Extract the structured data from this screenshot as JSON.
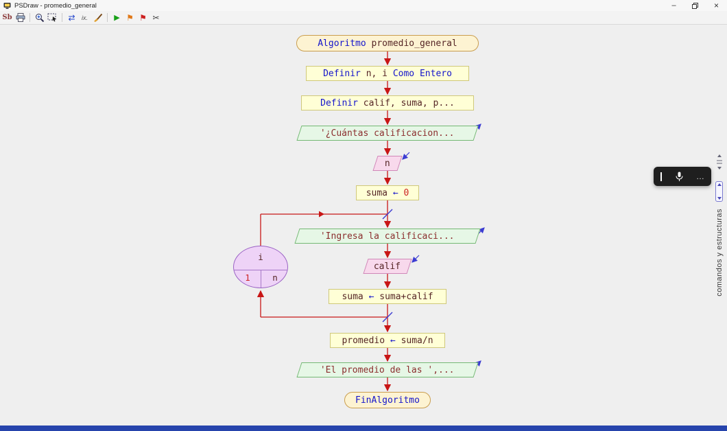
{
  "window": {
    "title": "PSDraw - promedio_general",
    "minimize": "–",
    "close": "×"
  },
  "toolbar": {
    "sub": "Sb",
    "swap": "⇄",
    "index": "ix.",
    "run": "▶",
    "flag_a": "⚑",
    "flag_b": "⚑",
    "cut": "✂"
  },
  "flowchart": {
    "start": {
      "s0": "Algoritmo ",
      "s1": "promedio_general"
    },
    "def1": {
      "s0": "Definir ",
      "s1": "n, i ",
      "s2": "Como Entero"
    },
    "def2": {
      "s0": "Definir ",
      "s1": "calif, suma, p..."
    },
    "ask": {
      "s0": "'¿Cuántas calificacion..."
    },
    "read_n": {
      "s0": "n"
    },
    "init": {
      "s0": "suma ",
      "s1": "← ",
      "s2": "0"
    },
    "loop": {
      "var": "i",
      "from": "1",
      "to": "n"
    },
    "prompt": {
      "s0": "'Ingresa la calificaci..."
    },
    "read_calif": {
      "s0": "calif"
    },
    "acc": {
      "s0": "suma ",
      "s1": "← ",
      "s2": "suma+calif"
    },
    "avg": {
      "s0": "promedio ",
      "s1": "← ",
      "s2": "suma/n"
    },
    "show": {
      "s0": "'El promedio de las ',..."
    },
    "end": {
      "s0": "FinAlgoritmo"
    }
  },
  "side_panel": {
    "label": "comandos y estructuras"
  },
  "voice_widget": {
    "more": "…"
  },
  "colors": {
    "arrow": "#c81616",
    "keyword": "#1414cc",
    "string": "#8b2e2e",
    "number": "#cc2222"
  }
}
